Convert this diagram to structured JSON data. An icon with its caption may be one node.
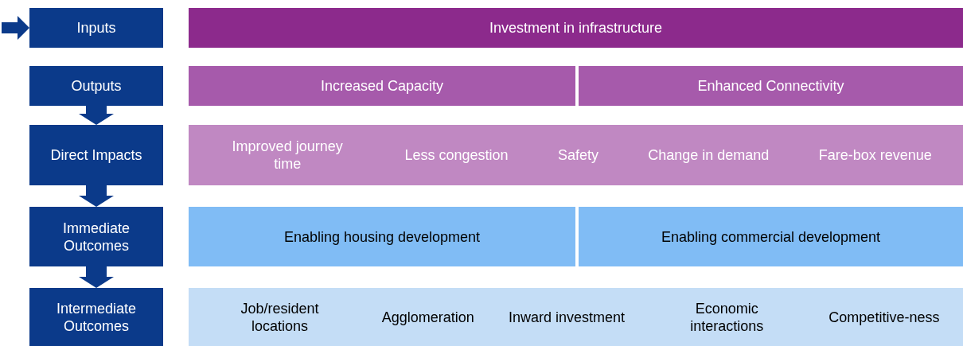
{
  "diagram": {
    "nodes": [
      {
        "text": [
          "Inputs"
        ]
      },
      {
        "text": [
          "Investment in infrastructure"
        ]
      },
      {
        "text": [
          "Outputs"
        ]
      },
      {
        "text": [
          "Increased Capacity"
        ]
      },
      {
        "text": [
          "Enhanced Connectivity"
        ]
      },
      {
        "text": [
          "Direct Impacts"
        ]
      },
      {
        "text": [
          "Improved journey time",
          "Less congestion",
          "Safety",
          "Change in demand",
          "Fare-box revenue"
        ]
      },
      {
        "text": [
          "Immediate Outcomes"
        ]
      },
      {
        "text": [
          "Enabling housing development"
        ]
      },
      {
        "text": [
          "Enabling commercial development"
        ]
      },
      {
        "text": [
          "Intermediate Outcomes"
        ]
      },
      {
        "text": [
          "Job/resident locations",
          "Agglomeration",
          "Inward investment",
          "Economic interactions",
          "Competitive-ness"
        ]
      }
    ],
    "edges": [
      {
        "from": null,
        "to": 0,
        "arrow": "to"
      },
      {
        "from": 2,
        "to": 5,
        "arrow": "to"
      },
      {
        "from": 5,
        "to": 7,
        "arrow": "to"
      },
      {
        "from": 7,
        "to": 10,
        "arrow": "to"
      }
    ]
  }
}
